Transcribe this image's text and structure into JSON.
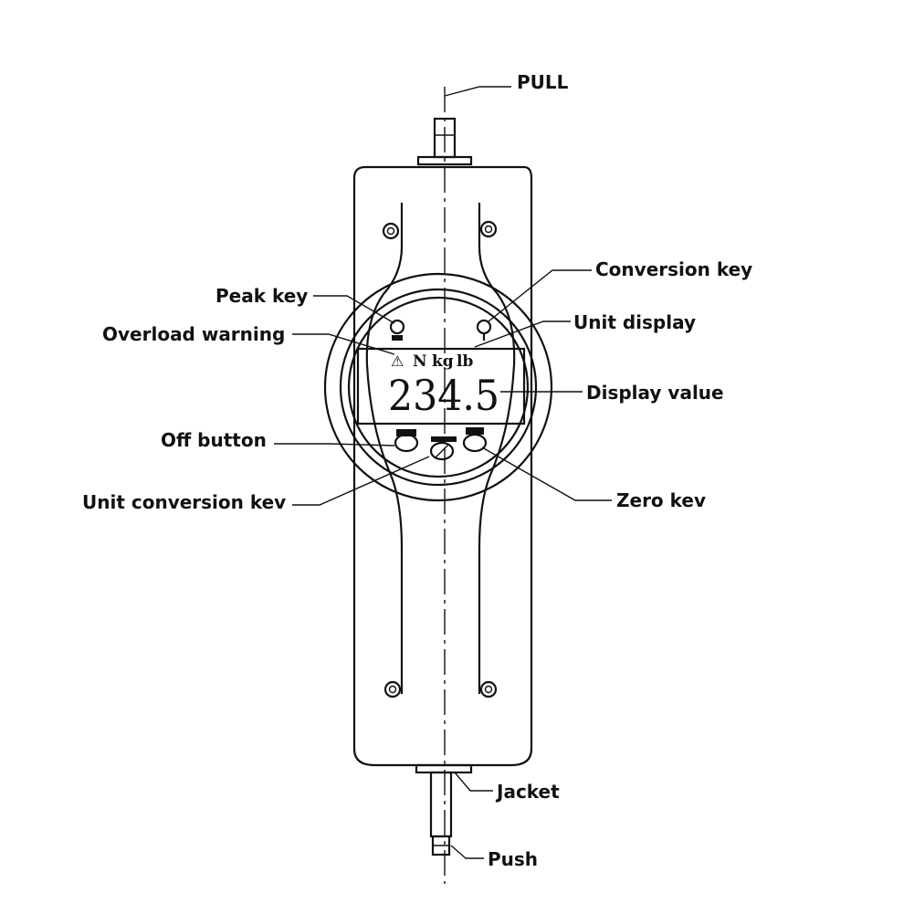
{
  "labels": {
    "pull": "PULL",
    "conversion_key": "Conversion key",
    "peak_key": "Peak key",
    "unit_display": "Unit display",
    "overload_warning": "Overload warning",
    "display_value": "Display value",
    "off_button": "Off button",
    "zero_key": "Zero kev",
    "unit_conversion_key": "Unit conversion kev",
    "jacket": "Jacket",
    "push": "Push"
  },
  "lcd": {
    "value": "234.5",
    "unit_n": "N",
    "unit_kg": "kg",
    "unit_lb": "lb",
    "warning_symbol": "⚠"
  },
  "colors": {
    "line": "#111111",
    "background": "#ffffff"
  }
}
